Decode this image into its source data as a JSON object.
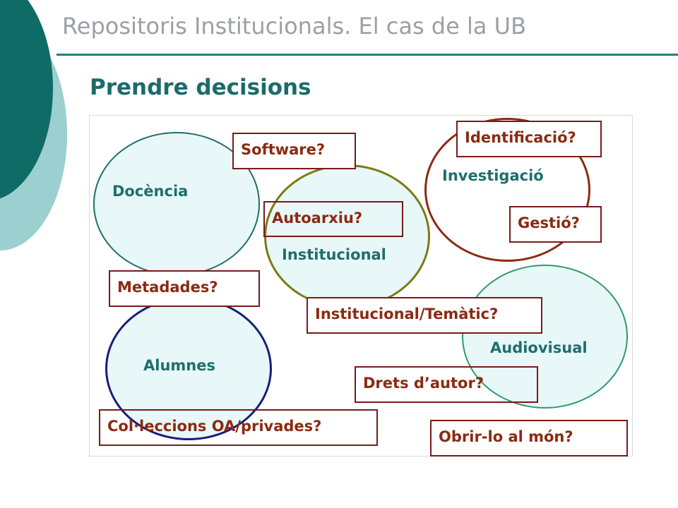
{
  "header": {
    "title": "Repositoris Institucionals. El cas de la UB",
    "subtitle": "Prendre decisions"
  },
  "diagram": {
    "circles": {
      "docencia": "Docència",
      "alumnes": "Alumnes",
      "institucional": "Institucional",
      "investigacio": "Investigació",
      "audiovisual": "Audiovisual"
    },
    "questions": {
      "software": "Software?",
      "identificacio": "Identificació?",
      "autoarxiu": "Autoarxiu?",
      "gestio": "Gestió?",
      "metadades": "Metadades?",
      "institucional_tematic": "Institucional/Temàtic?",
      "drets_autor": "Drets d’autor?",
      "colleccions": "Col·leccions OA/privades?",
      "obrir": "Obrir-lo al món?"
    }
  },
  "colors": {
    "teal_dark": "#0e6b66",
    "teal_light": "#9ccfcf",
    "box_border": "#7a1a1a",
    "box_text": "#8b2a12",
    "circle_label": "#1f6e6e"
  }
}
